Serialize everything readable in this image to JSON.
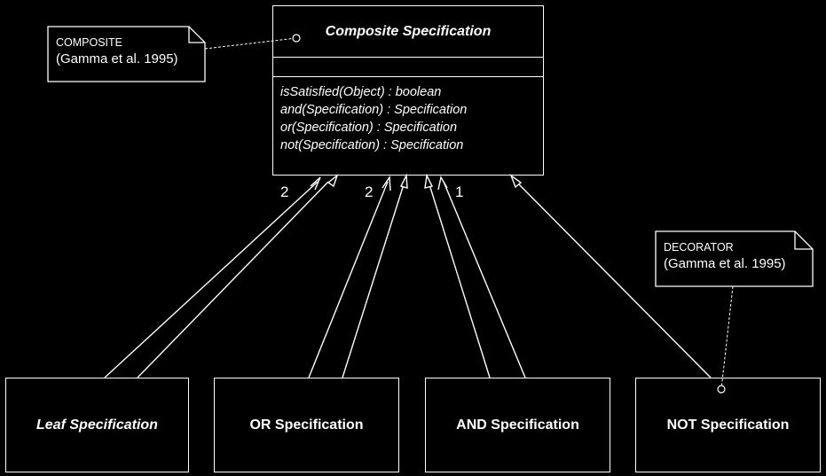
{
  "composite_class": {
    "name": "Composite Specification",
    "operations": [
      "isSatisfied(Object) : boolean",
      "and(Specification) : Specification",
      "or(Specification) : Specification",
      "not(Specification) : Specification"
    ]
  },
  "subclasses": {
    "leaf": "Leaf Specification",
    "or": "OR Specification",
    "and": "AND Specification",
    "not": "NOT Specification"
  },
  "notes": {
    "composite": {
      "title": "COMPOSITE",
      "ref": "(Gamma et al. 1995)"
    },
    "decorator": {
      "title": "DECORATOR",
      "ref": "(Gamma et al. 1995)"
    }
  },
  "multiplicities": {
    "leaf": "2",
    "or": "2",
    "and": "1"
  }
}
